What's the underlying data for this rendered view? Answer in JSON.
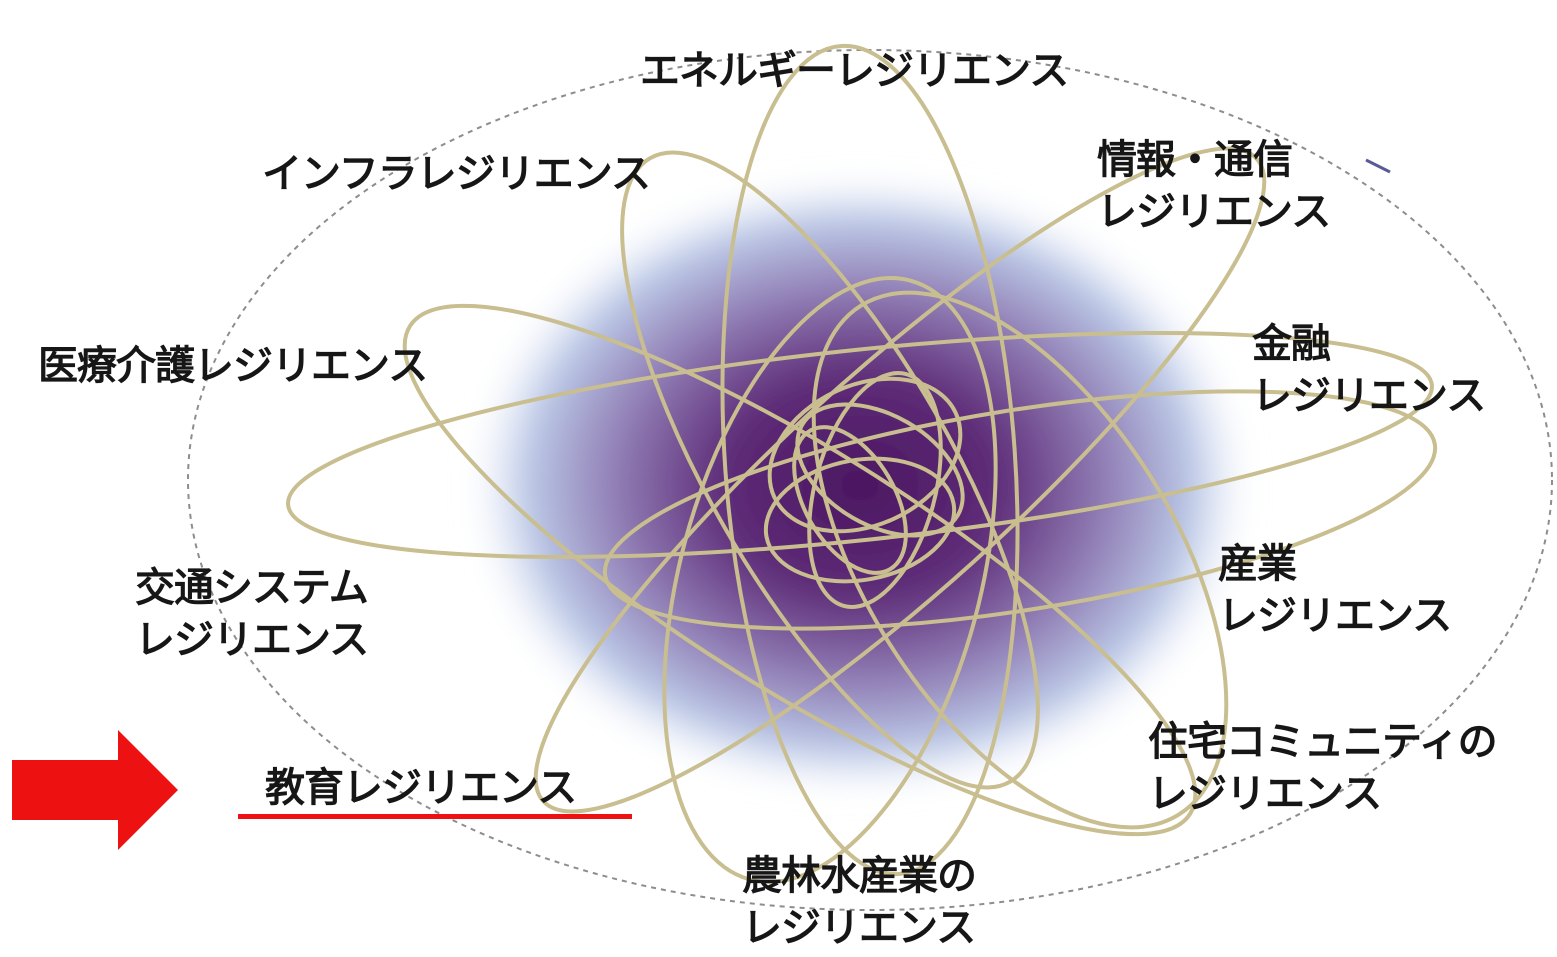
{
  "colors": {
    "core": "#4d1a5e",
    "core_fade": "#c7d4ec",
    "orbit": "#c9be8f",
    "boundary": "#8a8a8a",
    "highlight": "#ee1111",
    "text": "#161616"
  },
  "center_node": {
    "kind": "nucleus"
  },
  "labels": {
    "energy": "エネルギーレジリエンス",
    "infra": "インフラレジリエンス",
    "info_line1": "情報・通信",
    "info_line2": "レジリエンス",
    "finance_line1": "金融",
    "finance_line2": "レジリエンス",
    "medical": "医療介護レジリエンス",
    "industry_line1": "産業",
    "industry_line2": "レジリエンス",
    "transport_line1": "交通システム",
    "transport_line2": "レジリエンス",
    "housing_line1": "住宅コミュニティの",
    "housing_line2": "レジリエンス",
    "education": "教育レジリエンス",
    "agri_line1": "農林水産業の",
    "agri_line2": "レジリエンス"
  },
  "highlight": {
    "target": "education",
    "arrow_icon": "right-arrow-icon",
    "underline": true
  }
}
